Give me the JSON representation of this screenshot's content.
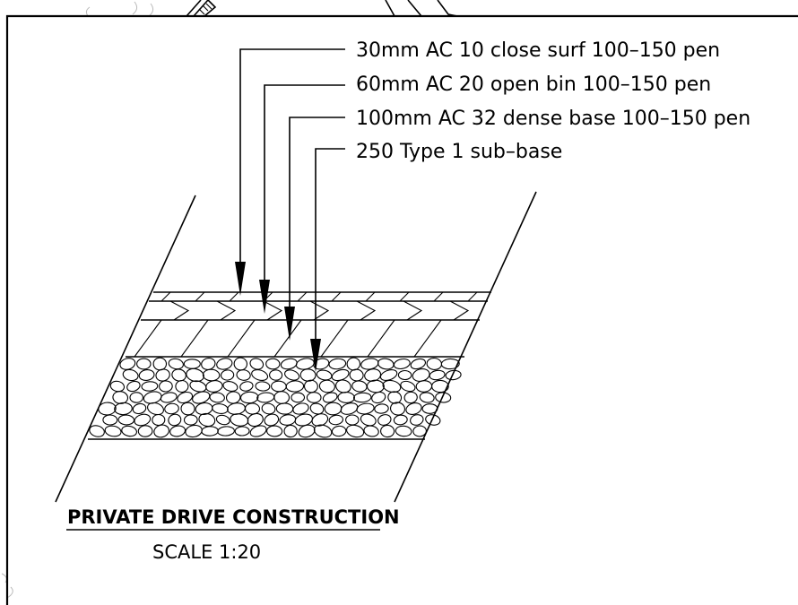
{
  "layers": [
    {
      "label": "30mm AC 10 close surf 100–150 pen"
    },
    {
      "label": "60mm AC 20 open bin 100–150 pen"
    },
    {
      "label": "100mm AC 32 dense base 100–150 pen"
    },
    {
      "label": "250 Type 1 sub–base"
    }
  ],
  "detail": {
    "title": "PRIVATE DRIVE CONSTRUCTION",
    "scale": "SCALE 1:20"
  }
}
